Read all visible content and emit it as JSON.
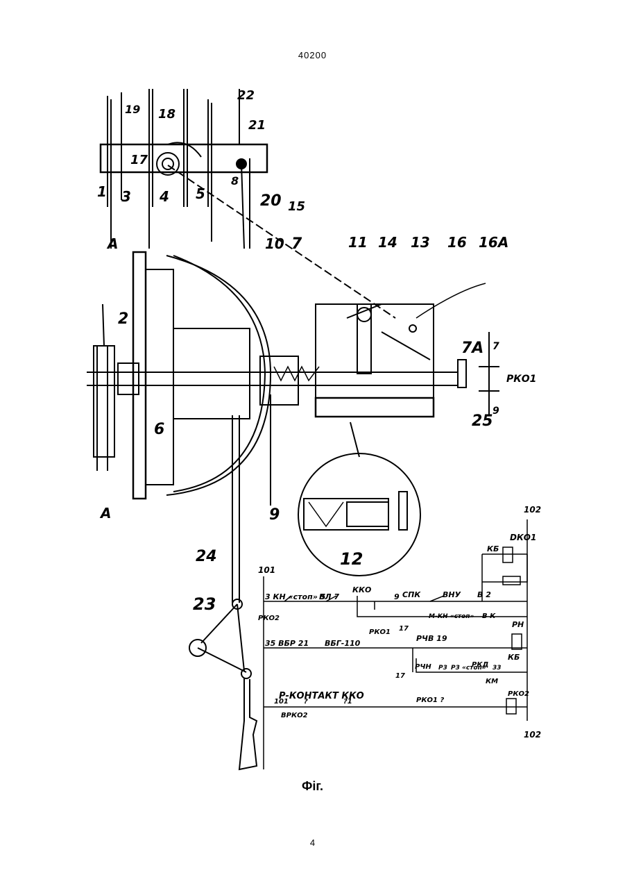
{
  "header": {
    "document_number": "40200"
  },
  "figure": {
    "part_labels": [
      "1",
      "2",
      "3",
      "4",
      "5",
      "6",
      "7",
      "7А",
      "8",
      "9",
      "10",
      "11",
      "12",
      "13",
      "14",
      "15",
      "16",
      "16А",
      "17",
      "18",
      "19",
      "20",
      "21",
      "22",
      "23",
      "24",
      "25",
      "А",
      "А",
      "7",
      "9",
      "РКО1"
    ],
    "circuit_labels": {
      "top_right": "102",
      "bottom_right": "102",
      "left_bus": "101",
      "dko1": "DКО1",
      "kb_top": "КБ",
      "row1": [
        "3 КН «стоп» 5",
        "ВЛ 7",
        "ККО",
        "9",
        "СПК",
        "ВНУ",
        "В 2"
      ],
      "row1_sub": [
        "РКО2",
        "РКО1",
        "17",
        "М-КН «стоп»",
        "В К"
      ],
      "rn": "РН",
      "row2": [
        "35 ВБР 21",
        "ВБГ-110",
        "РЧВ 19"
      ],
      "row3": [
        "17",
        "РЧН",
        "Р3",
        "Р3 «стоп»",
        "РКД",
        "33",
        "КБ",
        "КМ"
      ],
      "row4": [
        "Р-КОНТАКТ ККО",
        "101",
        "?",
        "?1",
        "РКО1 ?",
        "РКО2"
      ],
      "vrko2": "ВРКО2"
    }
  },
  "caption": "Фіг.",
  "footer": {
    "page_number": "4"
  }
}
